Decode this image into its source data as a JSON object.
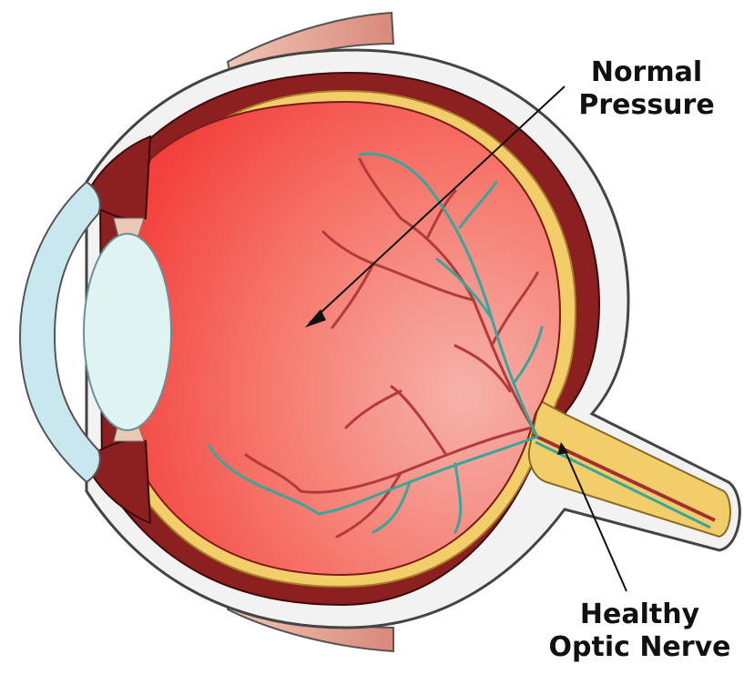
{
  "labels": {
    "pressure": {
      "line1": "Normal",
      "line2": "Pressure"
    },
    "nerve": {
      "line1": "Healthy",
      "line2": "Optic Nerve"
    }
  },
  "colors": {
    "vitreous_light": "#f5a6a0",
    "vitreous_dark": "#f4433f",
    "choroid": "#8c2020",
    "sclera": "#f2f2f2",
    "retina": "#f2cd6a",
    "cornea": "#c9e7ee",
    "lens": "#dff3f3",
    "artery": "#b23a3a",
    "vein": "#3aa59a",
    "outline": "#333333"
  }
}
